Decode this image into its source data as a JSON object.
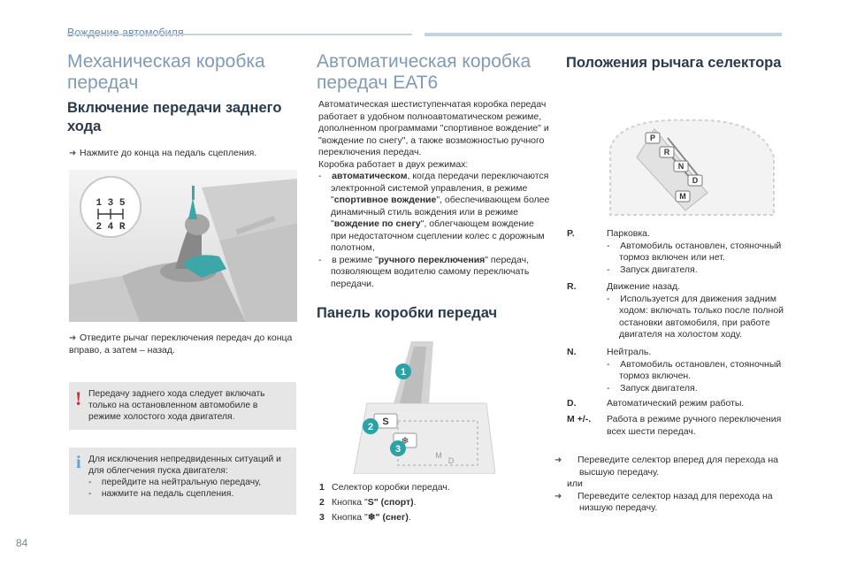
{
  "header": {
    "title": "Вождение автомобиля",
    "page_number": "84"
  },
  "col1": {
    "title": "Механическая коробка передач",
    "subtitle": "Включение передачи заднего хода",
    "step1": "Нажмите до конца на педаль сцепления.",
    "step2": "Отведите рычаг переключения передач до конца вправо, а затем – назад.",
    "gear_knob": {
      "top": "1 3 5",
      "bottom": "2 4 R"
    },
    "warning": "Передачу заднего хода следует включать только на остановленном автомобиле в режиме холостого хода двигателя.",
    "info_intro": "Для исключения непредвиденных ситуаций и для облегчения пуска двигателя:",
    "info_items": [
      "перейдите на нейтральную передачу,",
      "нажмите на педаль сцепления."
    ]
  },
  "col2": {
    "title": "Автоматическая коробка передач EAT6",
    "intro": "Автоматическая шестиступенчатая коробка передач работает в удобном полноавтоматическом режиме, дополненном программами \"спортивное вождение\" и \"вождение по снегу\", а также возможностью ручного переключения передач.",
    "modes_intro": "Коробка работает в двух режимах:",
    "mode1_bold": "автоматическом",
    "mode1_a": ", когда передачи переключаются электронной системой управления, в режиме \"",
    "mode1_sport": "спортивное вождение",
    "mode1_b": "\", обеспечивающем более динамичный стиль вождения или в режиме \"",
    "mode1_snow": "вождение по снегу",
    "mode1_c": "\", облегчающем вождение при недостаточном сцеплении колес с дорожным полотном,",
    "mode2_a": "в режиме \"",
    "mode2_bold": "ручного переключения",
    "mode2_b": "\" передач, позволяющем водителю самому переключать передачи.",
    "panel_title": "Панель коробки передач",
    "panel_markers": [
      "1",
      "2",
      "3"
    ],
    "panel_labels": {
      "s": "S",
      "snow": "❄",
      "m": "M",
      "d": "D"
    },
    "captions": [
      {
        "num": "1",
        "pre": "Селектор коробки передач.",
        "bold": "",
        "post": ""
      },
      {
        "num": "2",
        "pre": "Кнопка \"",
        "bold": "S\" (спорт)",
        "post": "."
      },
      {
        "num": "3",
        "pre": "Кнопка \"",
        "bold": "❄\" (снег)",
        "post": "."
      }
    ]
  },
  "col3": {
    "title": "Положения рычага селектора",
    "gate_labels": [
      "P",
      "R",
      "N",
      "D",
      "M"
    ],
    "positions": [
      {
        "key": "P.",
        "desc": "Парковка.",
        "items": [
          "Автомобиль остановлен, стояночный тормоз включен или нет.",
          "Запуск двигателя."
        ]
      },
      {
        "key": "R.",
        "desc": "Движение назад.",
        "items": [
          "Используется для движения задним ходом: включать только после полной остановки автомобиля, при работе двигателя на холостом ходу."
        ]
      },
      {
        "key": "N.",
        "desc": "Нейтраль.",
        "items": [
          "Автомобиль остановлен, стояночный тормоз включен.",
          "Запуск двигателя."
        ]
      },
      {
        "key": "D.",
        "desc": "Автоматический режим работы.",
        "items": []
      },
      {
        "key": "M +/-.",
        "desc": "Работа в режиме ручного переключения всех шести передач.",
        "items": []
      }
    ],
    "shift_up": "Переведите селектор вперед для перехода на высшую передачу.",
    "or": "или",
    "shift_down": "Переведите селектор назад для перехода на низшую передачу."
  },
  "colors": {
    "accent": "#7f9bb6",
    "warning": "#d22a1e",
    "info": "#52a8dd",
    "marker": "#2aa3a7",
    "box": "#e6e6e6"
  },
  "icons": {
    "bullet": "arrow-right-icon",
    "warning": "exclamation-icon",
    "info": "info-icon"
  }
}
